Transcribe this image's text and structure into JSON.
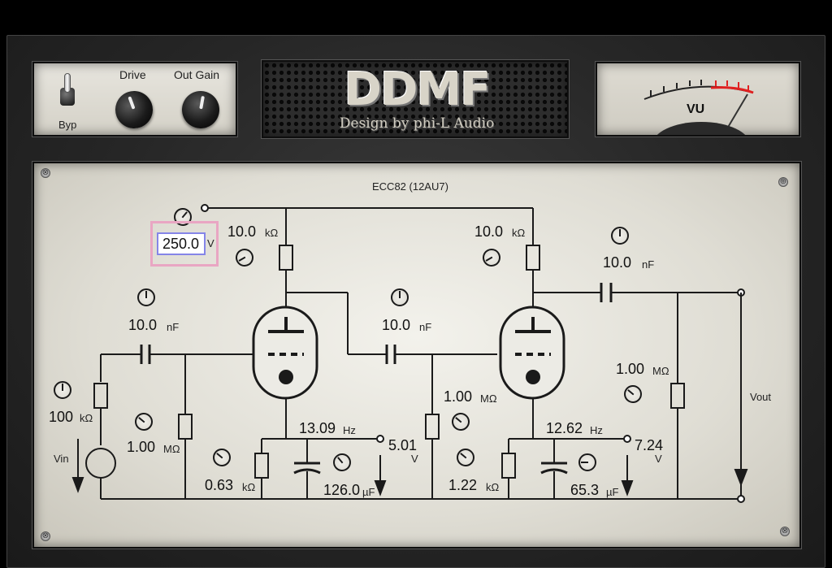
{
  "header": {
    "bypass_label": "Byp",
    "drive_label": "Drive",
    "out_gain_label": "Out Gain",
    "logo_text": "DDMF",
    "tagline": "Design by phi-L Audio",
    "vu_label": "VU"
  },
  "schematic": {
    "tube_label": "ECC82 (12AU7)",
    "supply_voltage_input": "250.0",
    "supply_voltage_unit": "V",
    "stage1": {
      "plate_resistor": "10.0",
      "plate_resistor_unit": "kΩ",
      "input_cap": "10.0",
      "input_cap_unit": "nF",
      "input_resistor": "100",
      "input_resistor_unit": "kΩ",
      "grid_resistor": "1.00",
      "grid_resistor_unit": "MΩ",
      "cathode_resistor": "0.63",
      "cathode_resistor_unit": "kΩ",
      "cathode_cap": "126.0",
      "cathode_cap_unit": "µF",
      "cutoff_freq": "13.09",
      "cutoff_freq_unit": "Hz",
      "cathode_voltage": "5.01",
      "cathode_voltage_unit": "V"
    },
    "stage2": {
      "plate_resistor": "10.0",
      "plate_resistor_unit": "kΩ",
      "coupling_cap": "10.0",
      "coupling_cap_unit": "nF",
      "grid_resistor": "1.00",
      "grid_resistor_unit": "MΩ",
      "cathode_resistor": "1.22",
      "cathode_resistor_unit": "kΩ",
      "cathode_cap": "65.3",
      "cathode_cap_unit": "µF",
      "cutoff_freq": "12.62",
      "cutoff_freq_unit": "Hz",
      "cathode_voltage": "7.24",
      "cathode_voltage_unit": "V"
    },
    "output": {
      "cap": "10.0",
      "cap_unit": "nF",
      "resistor": "1.00",
      "resistor_unit": "MΩ",
      "label": "Vout"
    },
    "input_label": "Vin"
  },
  "colors": {
    "panel_bg": "#e2e0d8",
    "frame_bg": "#2b2b2b",
    "input_highlight": "#e9a6c3",
    "input_border": "#8585e8",
    "vu_red": "#e02020"
  }
}
